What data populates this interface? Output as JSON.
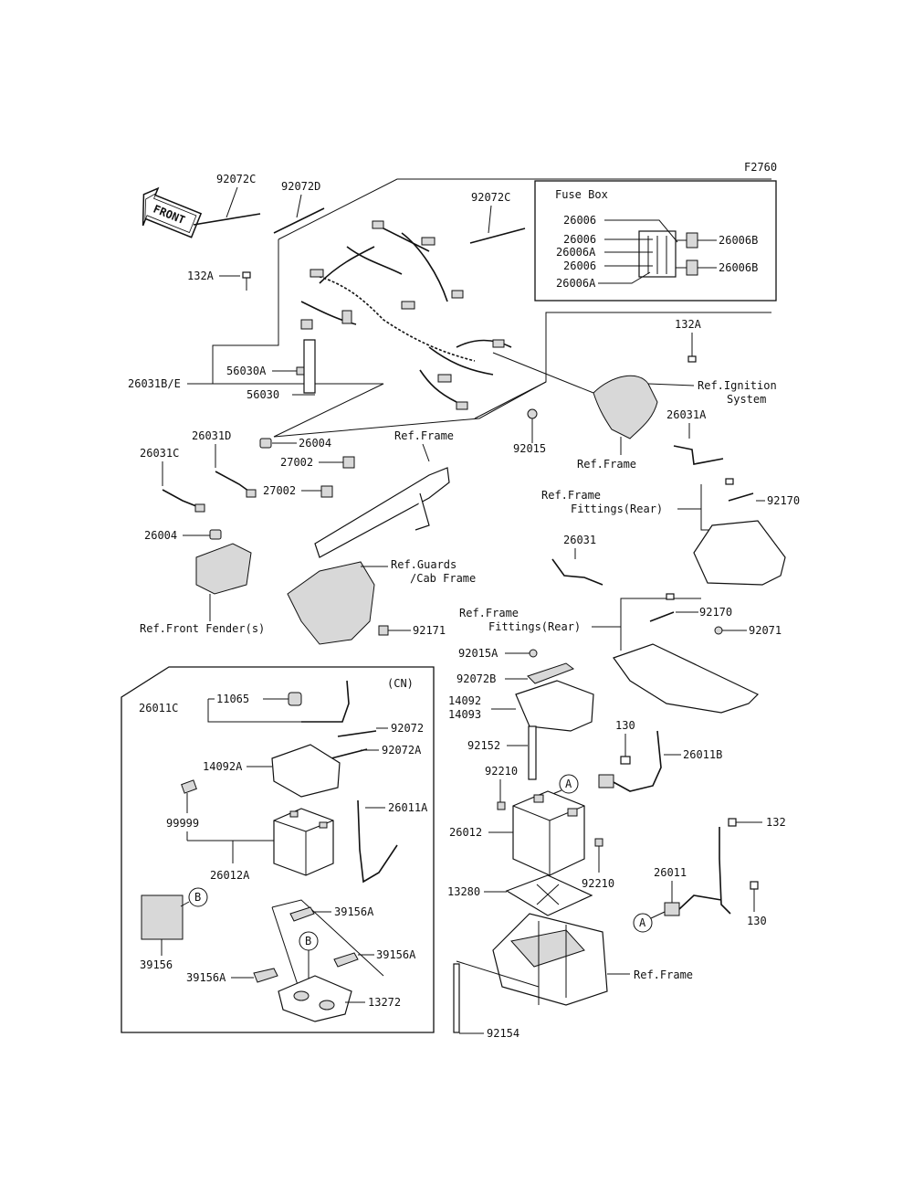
{
  "diagram_id": "F2760",
  "front_arrow_label": "FRONT",
  "fuse_box": {
    "title": "Fuse Box",
    "left_labels": [
      "26006",
      "26006",
      "26006A",
      "26006",
      "26006A"
    ],
    "right_labels": [
      "26006B",
      "26006B"
    ]
  },
  "cn_box_label": "(CN)",
  "callouts": {
    "c92072C_a": "92072C",
    "c92072D": "92072D",
    "c92072C_b": "92072C",
    "c132A_a": "132A",
    "c132A_b": "132A",
    "c26031BE": "26031B/E",
    "c56030A": "56030A",
    "c56030": "56030",
    "c26004_a": "26004",
    "c92015": "92015",
    "c26031A": "26031A",
    "c26031D": "26031D",
    "c26031C": "26031C",
    "c27002_a": "27002",
    "c27002_b": "27002",
    "c26004_b": "26004",
    "c92170_a": "92170",
    "c26031": "26031",
    "c92171": "92171",
    "c92170_b": "92170",
    "c92071": "92071",
    "c92015A": "92015A",
    "c92072B": "92072B",
    "c14092": "14092",
    "c14093": "14093",
    "c92152": "92152",
    "c130_a": "130",
    "c26011B": "26011B",
    "c92210_a": "92210",
    "c26012": "26012",
    "c92210_b": "92210",
    "c13280": "13280",
    "c132": "132",
    "c26011": "26011",
    "c130_b": "130",
    "c92154": "92154",
    "c26011C": "26011C",
    "c11065": "11065",
    "c92072": "92072",
    "c92072A": "92072A",
    "c14092A": "14092A",
    "c26011A": "26011A",
    "c99999": "99999",
    "c26012A": "26012A",
    "c39156A_a": "39156A",
    "c39156A_b": "39156A",
    "c39156A_c": "39156A",
    "c39156": "39156",
    "c13272": "13272"
  },
  "references": {
    "ref_ignition_1": "Ref.Ignition",
    "ref_ignition_2": "System",
    "ref_frame_top": "Ref.Frame",
    "ref_frame_mid": "Ref.Frame",
    "ref_frame_fit_a1": "Ref.Frame",
    "ref_frame_fit_a2": "Fittings(Rear)",
    "ref_guards_1": "Ref.Guards",
    "ref_guards_2": "/Cab Frame",
    "ref_front_fender": "Ref.Front Fender(s)",
    "ref_frame_fit_b1": "Ref.Frame",
    "ref_frame_fit_b2": "Fittings(Rear)",
    "ref_frame_bottom": "Ref.Frame"
  },
  "circle_markers": {
    "a1": "A",
    "a2": "A",
    "b1": "B",
    "b2": "B"
  }
}
